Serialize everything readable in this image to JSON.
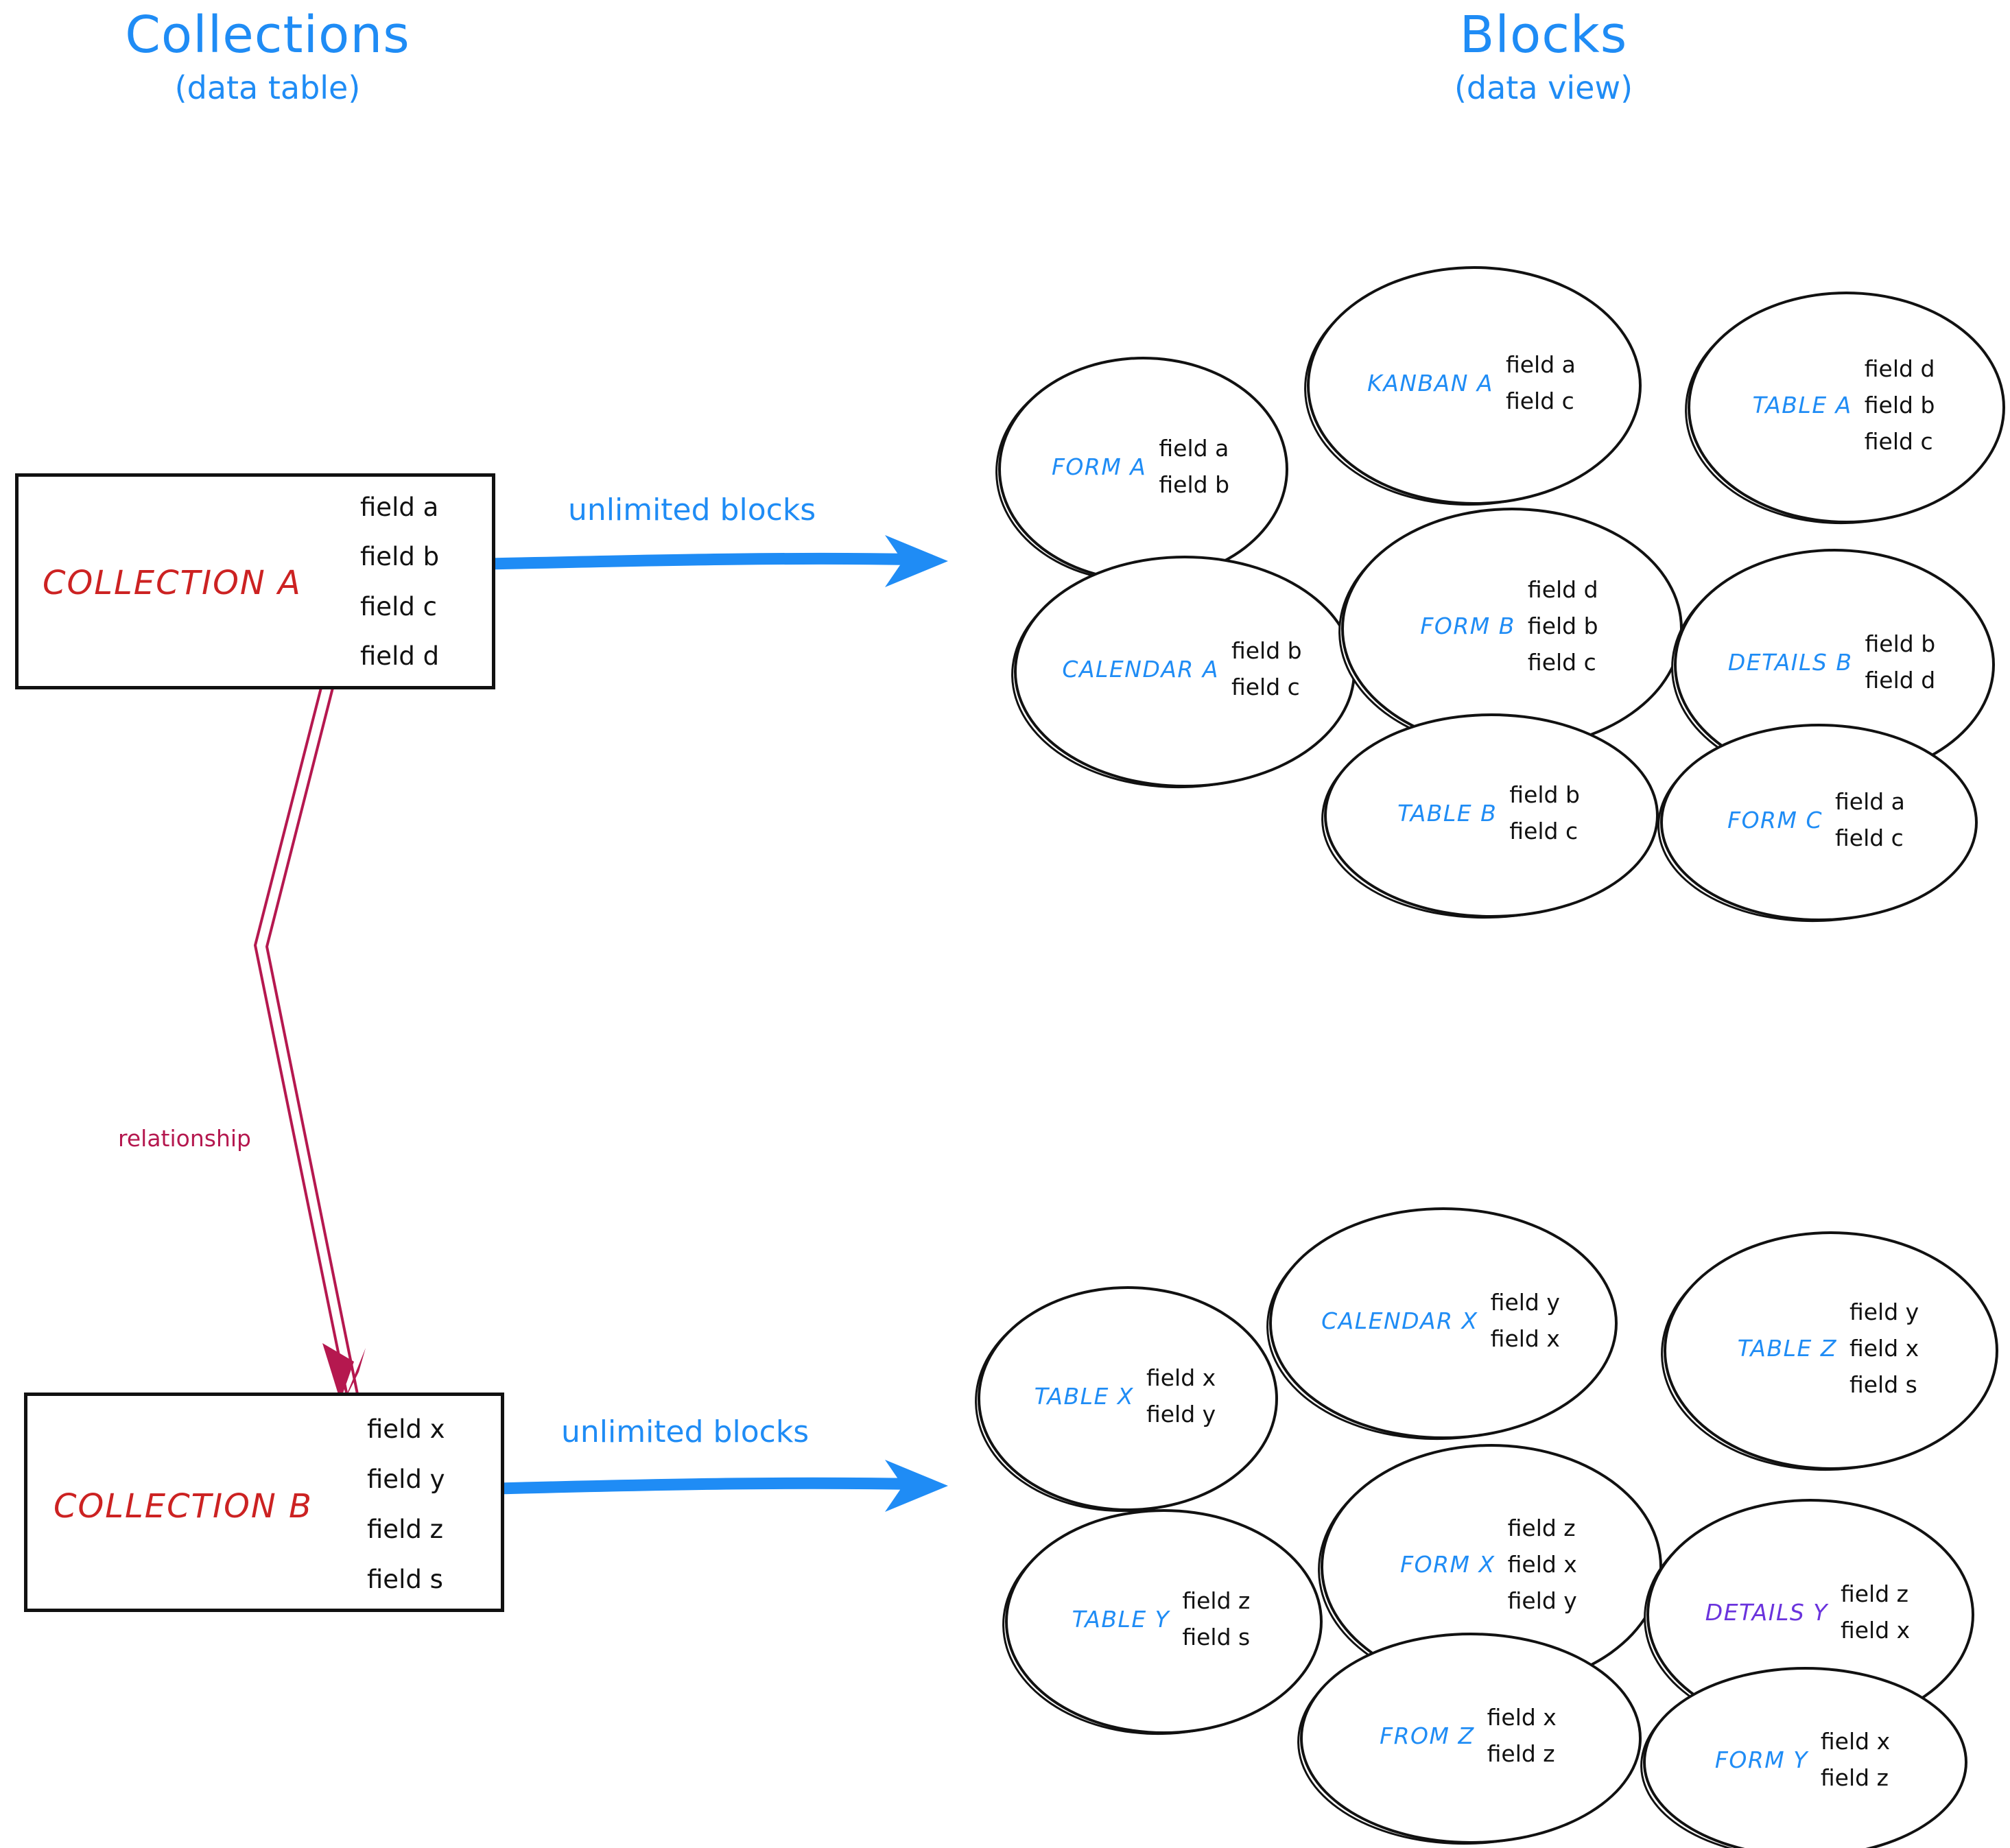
{
  "headings": {
    "left": {
      "main": "Collections",
      "sub": "(data table)"
    },
    "right": {
      "main": "Blocks",
      "sub": "(data view)"
    }
  },
  "colors": {
    "blue": "#1f8cf5",
    "red": "#cc2222",
    "crimson": "#b5184f",
    "purple": "#6a33dd",
    "ink": "#111111"
  },
  "collections": [
    {
      "name": "COLLECTION A",
      "fields": [
        "field a",
        "field b",
        "field c",
        "field d"
      ],
      "arrow_label": "unlimited blocks"
    },
    {
      "name": "COLLECTION B",
      "fields": [
        "field x",
        "field y",
        "field z",
        "field s"
      ],
      "arrow_label": "unlimited blocks"
    }
  ],
  "relationship": {
    "label": "relationship"
  },
  "block_groups": [
    {
      "id": "group-a",
      "blocks": [
        {
          "name": "FORM A",
          "fields": [
            "field a",
            "field b"
          ],
          "color": "blue"
        },
        {
          "name": "KANBAN A",
          "fields": [
            "field a",
            "field c"
          ],
          "color": "blue"
        },
        {
          "name": "TABLE A",
          "fields": [
            "field d",
            "field b",
            "field c"
          ],
          "color": "blue"
        },
        {
          "name": "CALENDAR A",
          "fields": [
            "field b",
            "field c"
          ],
          "color": "blue"
        },
        {
          "name": "FORM B",
          "fields": [
            "field d",
            "field b",
            "field c"
          ],
          "color": "blue"
        },
        {
          "name": "DETAILS B",
          "fields": [
            "field b",
            "field d"
          ],
          "color": "blue"
        },
        {
          "name": "TABLE B",
          "fields": [
            "field b",
            "field c"
          ],
          "color": "blue"
        },
        {
          "name": "FORM C",
          "fields": [
            "field a",
            "field c"
          ],
          "color": "blue"
        }
      ]
    },
    {
      "id": "group-b",
      "blocks": [
        {
          "name": "TABLE X",
          "fields": [
            "field x",
            "field y"
          ],
          "color": "blue"
        },
        {
          "name": "CALENDAR X",
          "fields": [
            "field y",
            "field x"
          ],
          "color": "blue"
        },
        {
          "name": "TABLE Z",
          "fields": [
            "field y",
            "field x",
            "field s"
          ],
          "color": "blue"
        },
        {
          "name": "TABLE Y",
          "fields": [
            "field z",
            "field s"
          ],
          "color": "blue"
        },
        {
          "name": "FORM X",
          "fields": [
            "field z",
            "field x",
            "field y"
          ],
          "color": "blue"
        },
        {
          "name": "DETAILS Y",
          "fields": [
            "field z",
            "field x"
          ],
          "color": "purple"
        },
        {
          "name": "FROM Z",
          "fields": [
            "field x",
            "field z"
          ],
          "color": "blue"
        },
        {
          "name": "FORM Y",
          "fields": [
            "field x",
            "field z"
          ],
          "color": "blue"
        }
      ]
    }
  ]
}
